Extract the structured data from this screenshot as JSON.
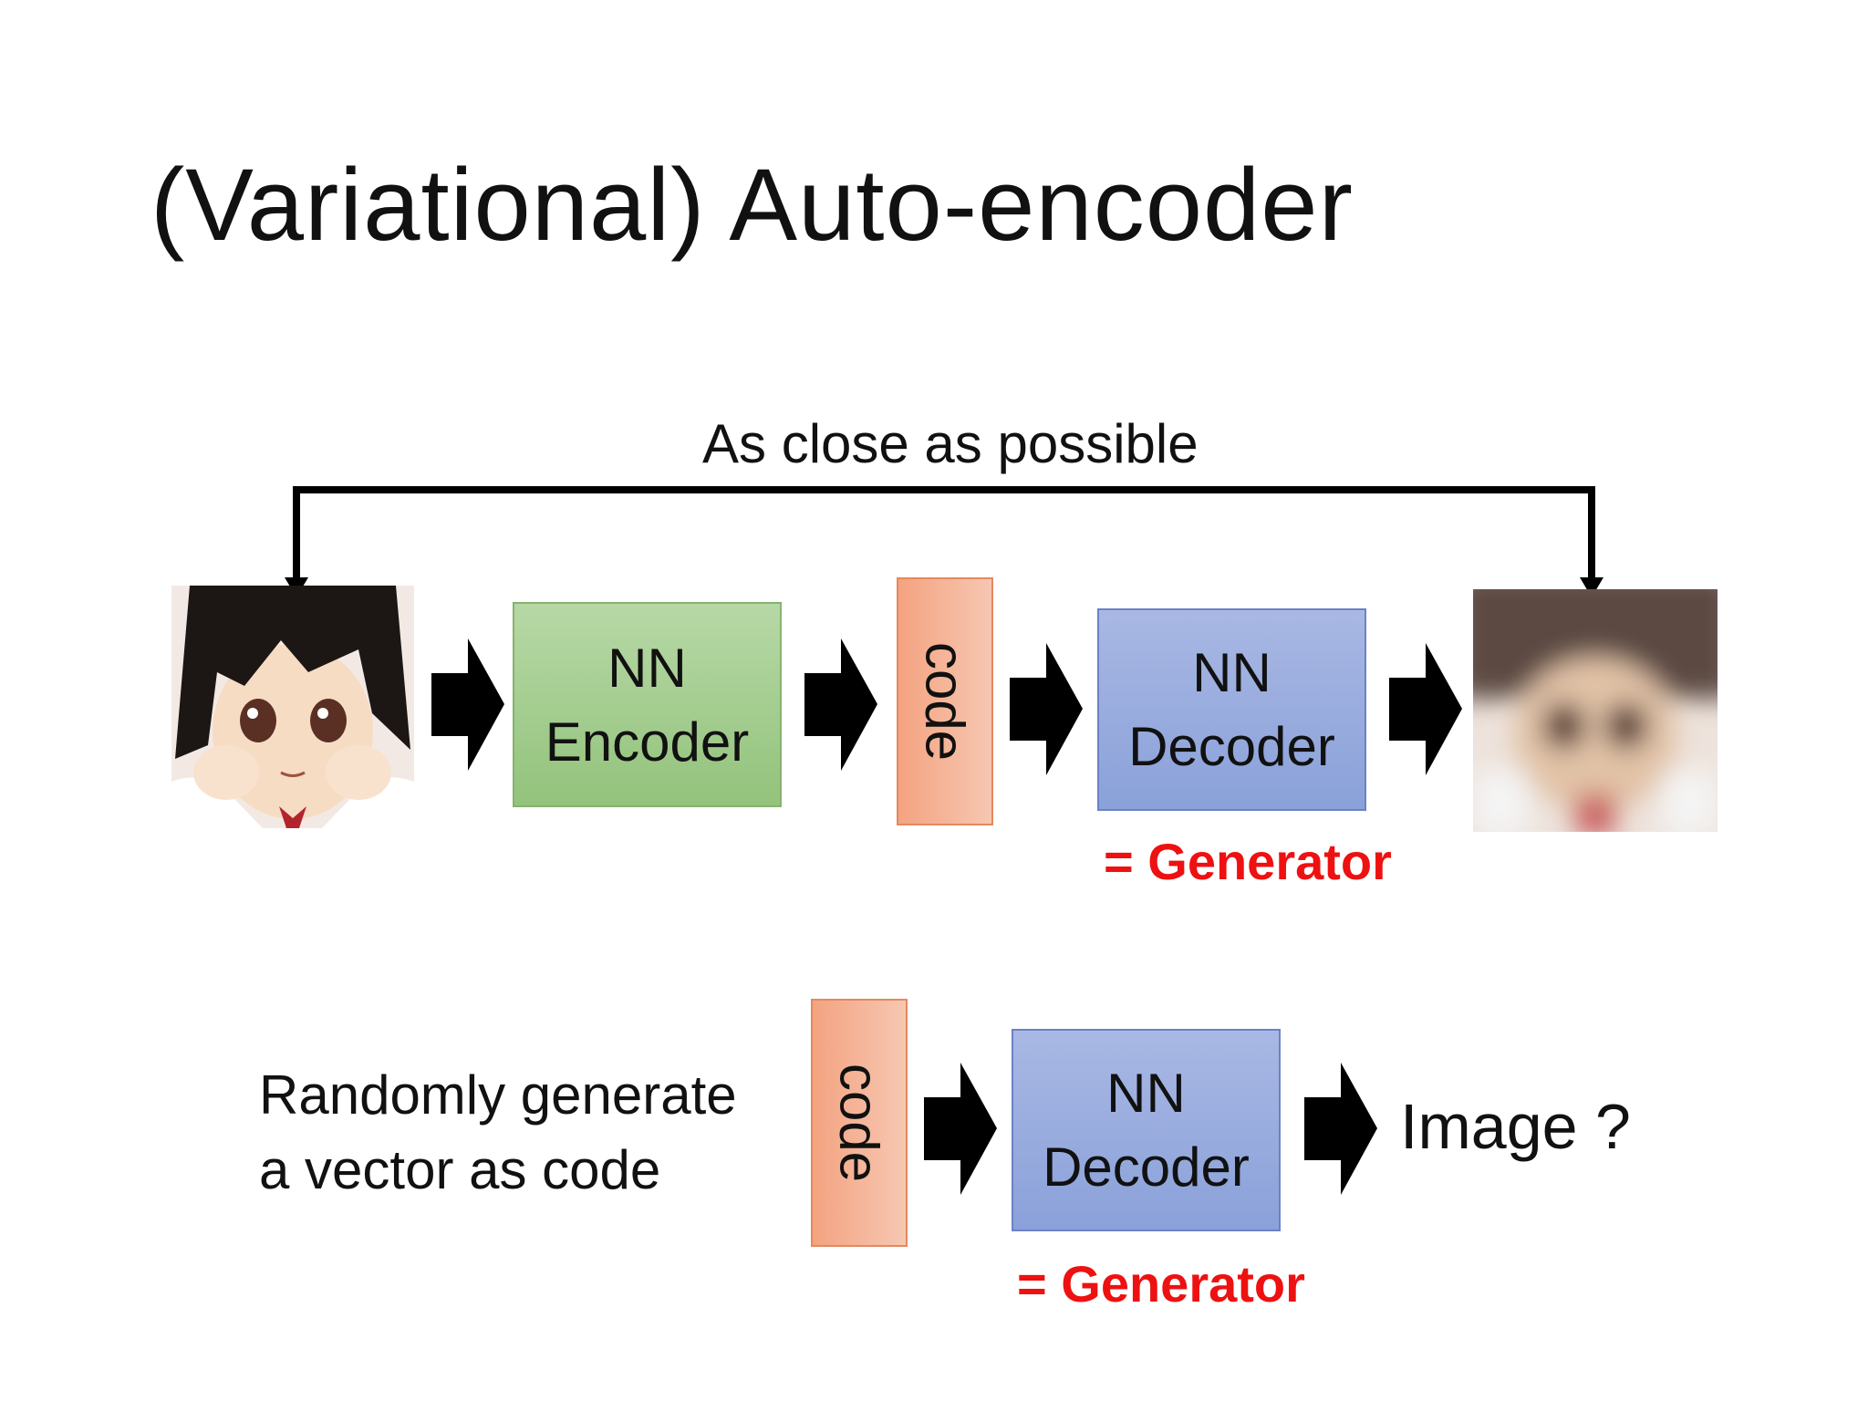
{
  "title": "(Variational) Auto-encoder",
  "top_row": {
    "feedback_label": "As close as possible",
    "encoder": {
      "line1": "NN",
      "line2": "Encoder"
    },
    "code_label": "code",
    "decoder": {
      "line1": "NN",
      "line2": "Decoder"
    },
    "generator_label": "= Generator"
  },
  "bottom_row": {
    "caption_line1": "Randomly generate",
    "caption_line2": "a vector as code",
    "code_label": "code",
    "decoder": {
      "line1": "NN",
      "line2": "Decoder"
    },
    "generator_label": "= Generator",
    "output_label": "Image ?"
  },
  "colors": {
    "encoder": "#9cc987",
    "decoder": "#94a9dc",
    "code": "#f5b195",
    "generator_text": "#ee1111"
  },
  "icons": [
    "anime-face-input-image",
    "blurry-face-output-image",
    "right-arrow-icon",
    "feedback-arrow"
  ]
}
